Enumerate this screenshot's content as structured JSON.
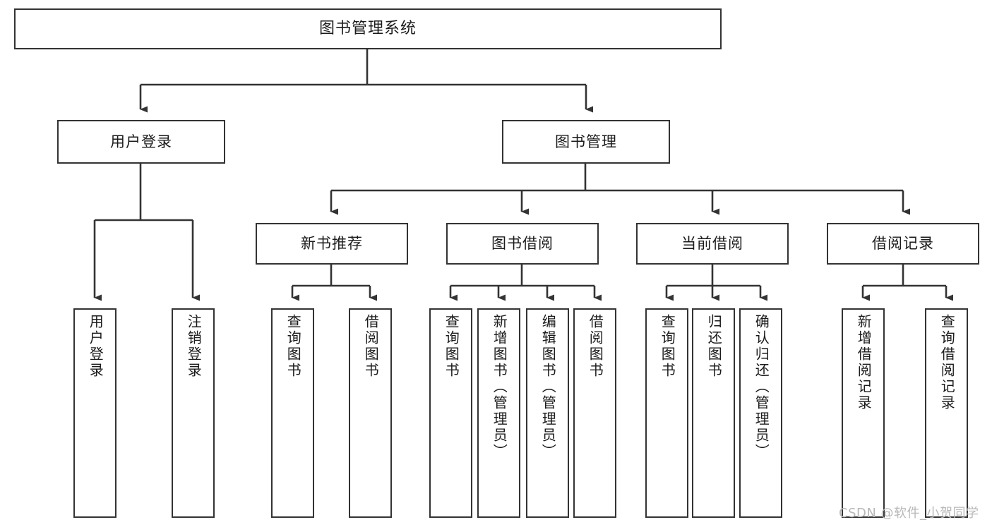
{
  "diagram": {
    "type": "tree-hierarchy",
    "title": "图书管理系统",
    "background_color": "#ffffff",
    "box_border_color": "#333333",
    "text_color": "#1b1b1b",
    "nodes": {
      "root": {
        "label": "图书管理系统",
        "level": 0
      },
      "l1": [
        {
          "label": "用户登录",
          "level": 1
        },
        {
          "label": "图书管理",
          "level": 1
        }
      ],
      "l2": [
        {
          "label": "新书推荐",
          "level": 2,
          "parent": "图书管理"
        },
        {
          "label": "图书借阅",
          "level": 2,
          "parent": "图书管理"
        },
        {
          "label": "当前借阅",
          "level": 2,
          "parent": "图书管理"
        },
        {
          "label": "借阅记录",
          "level": 2,
          "parent": "图书管理"
        }
      ],
      "leaves": {
        "用户登录": [
          {
            "label": "用户登录"
          },
          {
            "label": "注销登录"
          }
        ],
        "新书推荐": [
          {
            "label": "查询图书"
          },
          {
            "label": "借阅图书"
          }
        ],
        "图书借阅": [
          {
            "label": "查询图书"
          },
          {
            "label": "新增图书（管理员）"
          },
          {
            "label": "编辑图书（管理员）"
          },
          {
            "label": "借阅图书"
          }
        ],
        "当前借阅": [
          {
            "label": "查询图书"
          },
          {
            "label": "归还图书"
          },
          {
            "label": "确认归还（管理员）"
          }
        ],
        "借阅记录": [
          {
            "label": "新增借阅记录"
          },
          {
            "label": "查询借阅记录"
          }
        ]
      }
    }
  },
  "watermark": {
    "text": "CSDN @软件_小贺同学",
    "color": "#b8b8b8"
  }
}
